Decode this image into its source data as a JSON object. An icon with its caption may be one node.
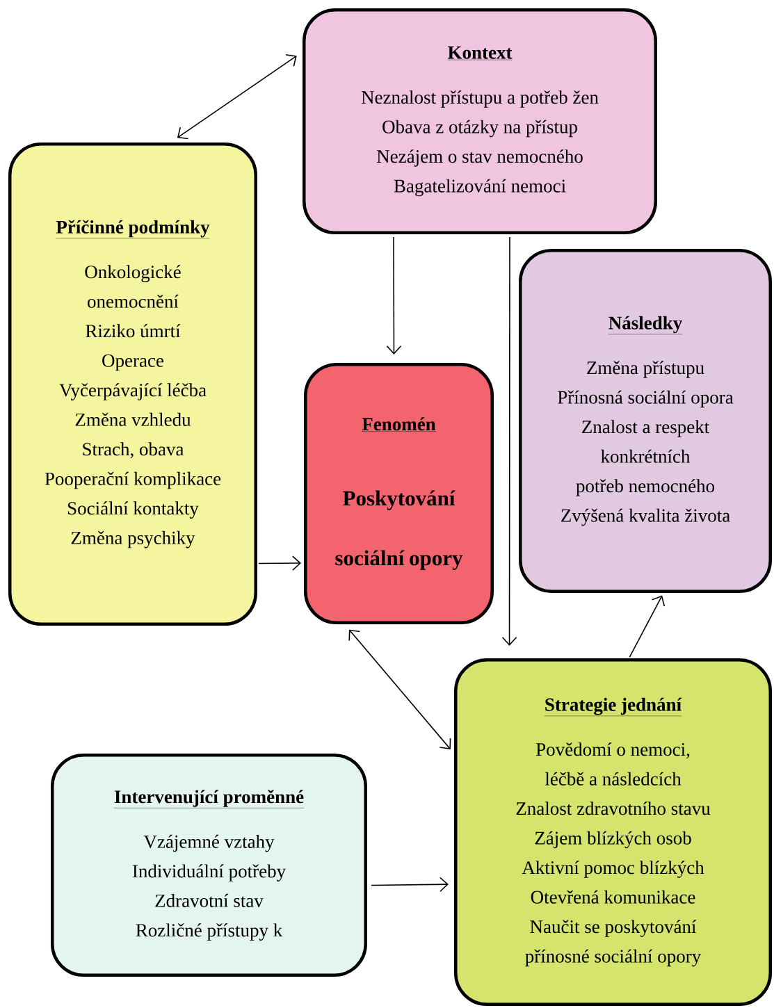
{
  "diagram": {
    "nodes": [
      {
        "text": [
          "Kontext",
          "Neznalost přístupu a potřeb žen",
          "Obava z otázky na přístup",
          "Nezájem o stav nemocného",
          "Bagatelizování nemoci"
        ]
      },
      {
        "text": [
          "Příčinné podmínky",
          "Onkologické onemocnění",
          "Riziko úmrtí",
          "Operace",
          "Vyčerpávající léčba",
          "Změna vzhledu",
          "Strach, obava",
          "Pooperační komplikace",
          "Sociální kontakty",
          "Změna psychiky"
        ]
      },
      {
        "text": [
          "Fenomén",
          "Poskytování sociální opory"
        ]
      },
      {
        "text": [
          "Následky",
          "Změna přístupu",
          "Přínosná sociální opora",
          "Znalost a respekt konkrétních potřeb nemocného",
          "Zvýšená kvalita života"
        ]
      },
      {
        "text": [
          "Strategie jednání",
          "Povědomí o nemoci, léčbě a následcích",
          "Znalost zdravotního stavu",
          "Zájem blízkých osob",
          "Aktivní pomoc blízkých",
          "Otevřená komunikace",
          "Naučit se poskytování přínosné sociální opory"
        ]
      },
      {
        "text": [
          "Intervenující proměnné",
          "Vzájemné vztahy",
          "Individuální potřeby",
          "Zdravotní stav",
          "Rozličné přístupy k"
        ]
      }
    ],
    "edges": [
      {
        "from": 1,
        "to": 0,
        "arrow": "both"
      },
      {
        "from": 0,
        "to": 2,
        "arrow": "to"
      },
      {
        "from": 0,
        "to": 4,
        "arrow": "to"
      },
      {
        "from": 1,
        "to": 2,
        "arrow": "to"
      },
      {
        "from": 2,
        "to": 4,
        "arrow": "both"
      },
      {
        "from": 4,
        "to": 3,
        "arrow": "to"
      },
      {
        "from": 5,
        "to": 4,
        "arrow": "to"
      }
    ]
  }
}
